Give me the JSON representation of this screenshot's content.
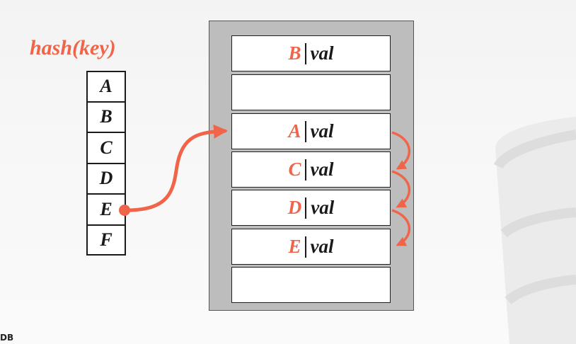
{
  "title": "hash(key)",
  "keys": [
    "A",
    "B",
    "C",
    "D",
    "E",
    "F"
  ],
  "slots": [
    {
      "key": "B",
      "value": "val"
    },
    {
      "key": "",
      "value": ""
    },
    {
      "key": "A",
      "value": "val"
    },
    {
      "key": "C",
      "value": "val"
    },
    {
      "key": "D",
      "value": "val"
    },
    {
      "key": "E",
      "value": "val"
    },
    {
      "key": "",
      "value": ""
    }
  ],
  "footer": "DB",
  "colors": {
    "accent": "#f0654a",
    "table_bg": "#bdbdbd",
    "text": "#1a1a1a"
  }
}
